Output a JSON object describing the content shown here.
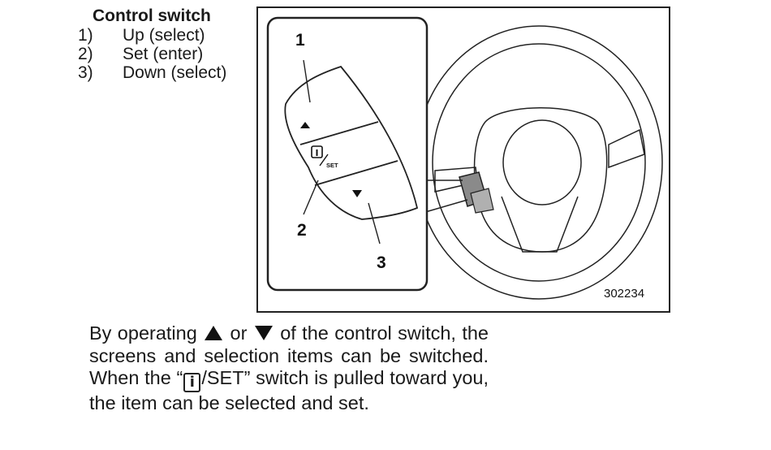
{
  "legend": {
    "title": "Control switch",
    "items": [
      {
        "num": "1)",
        "label": "Up (select)"
      },
      {
        "num": "2)",
        "label": "Set (enter)"
      },
      {
        "num": "3)",
        "label": "Down (select)"
      }
    ]
  },
  "figure": {
    "callouts": [
      "1",
      "2",
      "3"
    ],
    "switch_label": "SET",
    "figure_number": "302234"
  },
  "paragraph": {
    "part1": "By operating",
    "part2": "or",
    "part3": "of the control switch, the screens and selection items can be switched. When the “",
    "part4": "/SET” switch is pulled toward you, the item can be selected and set.",
    "info_glyph": "i"
  }
}
